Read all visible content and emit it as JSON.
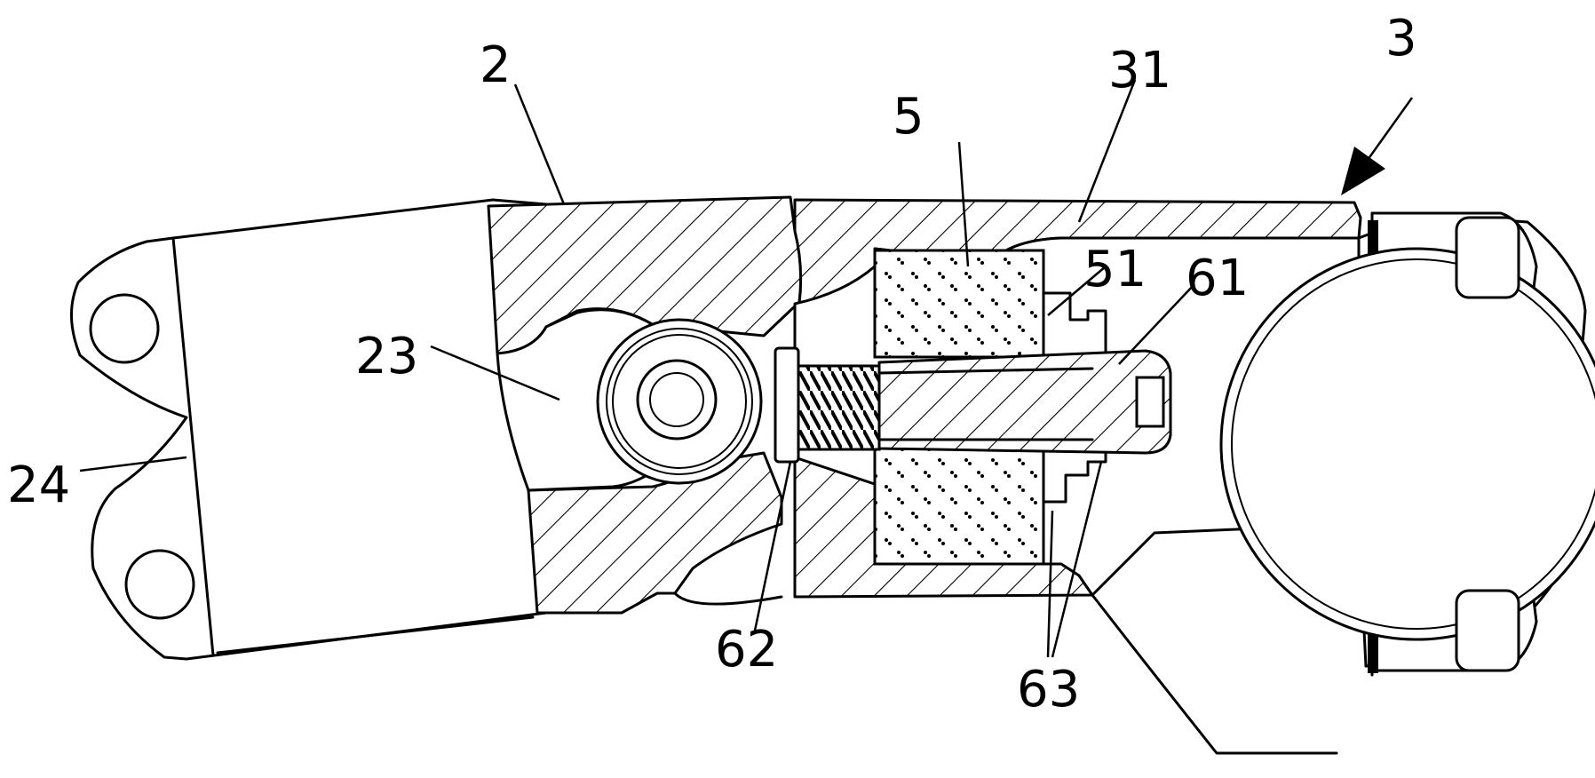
{
  "figure": {
    "labels": {
      "l2": "2",
      "l3": "3",
      "l5": "5",
      "l23": "23",
      "l24": "24",
      "l31": "31",
      "l51": "51",
      "l61": "61",
      "l62": "62",
      "l63": "63"
    }
  }
}
